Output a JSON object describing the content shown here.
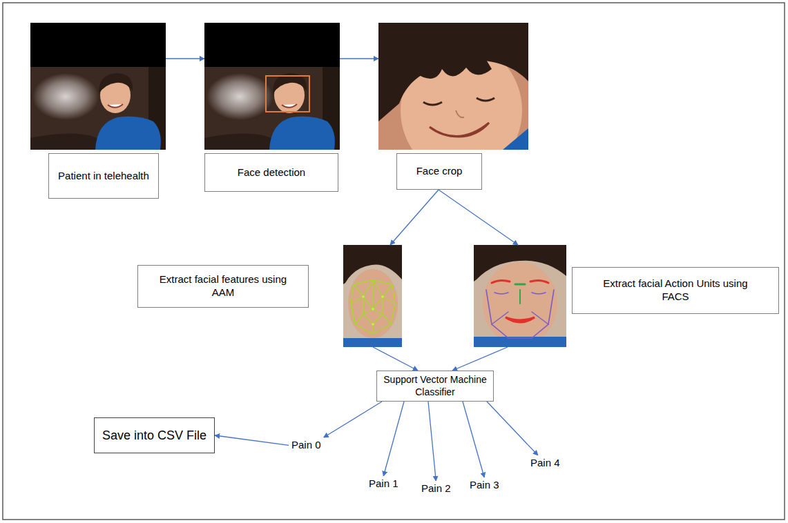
{
  "diagram": {
    "nodes": [
      {
        "text": [
          "Patient in telehealth"
        ]
      },
      {
        "text": [
          "Face detection"
        ]
      },
      {
        "text": [
          "Face crop"
        ]
      },
      {
        "text": [
          "Extract facial features using AAM"
        ]
      },
      {
        "text": [
          "Extract facial Action Units using FACS"
        ]
      },
      {
        "text": [
          "Support Vector Machine Classifier"
        ]
      },
      {
        "text": [
          "Save into CSV File"
        ]
      },
      {
        "text": [
          "Pain 0"
        ]
      },
      {
        "text": [
          "Pain 1"
        ]
      },
      {
        "text": [
          "Pain 2"
        ]
      },
      {
        "text": [
          "Pain 3"
        ]
      },
      {
        "text": [
          "Pain 4"
        ]
      }
    ],
    "edges": [
      {
        "from": 0,
        "to": 1,
        "arrow": "to"
      },
      {
        "from": 1,
        "to": 2,
        "arrow": "to"
      },
      {
        "from": 2,
        "to": 3,
        "arrow": "to"
      },
      {
        "from": 2,
        "to": 4,
        "arrow": "to"
      },
      {
        "from": 3,
        "to": 5,
        "arrow": "to"
      },
      {
        "from": 4,
        "to": 5,
        "arrow": "to"
      },
      {
        "from": 5,
        "to": 7,
        "arrow": "to"
      },
      {
        "from": 5,
        "to": 8,
        "arrow": "to"
      },
      {
        "from": 5,
        "to": 9,
        "arrow": "to"
      },
      {
        "from": 5,
        "to": 10,
        "arrow": "to"
      },
      {
        "from": 5,
        "to": 11,
        "arrow": "to"
      },
      {
        "from": 7,
        "to": 6,
        "arrow": "to"
      }
    ]
  }
}
